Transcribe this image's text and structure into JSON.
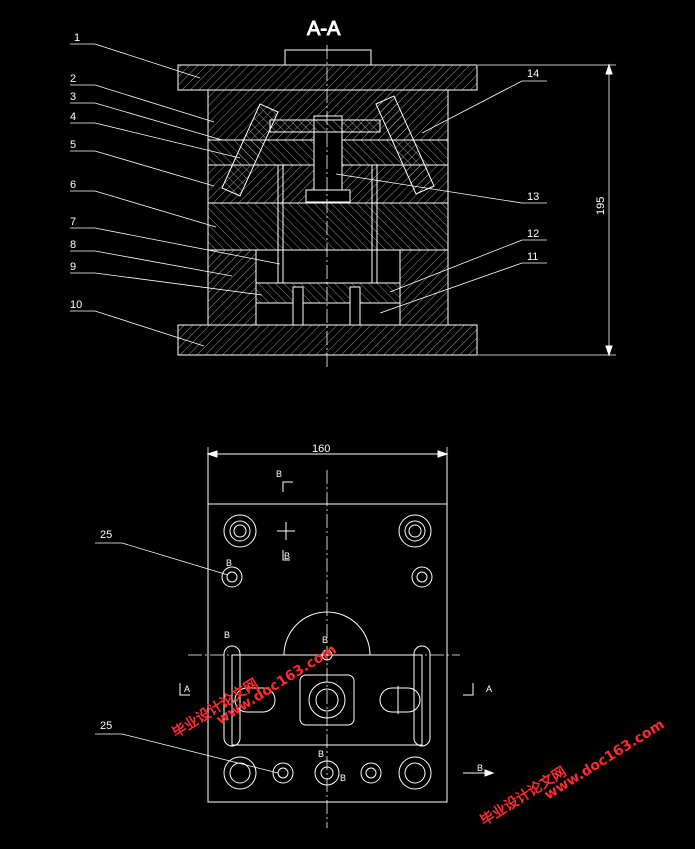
{
  "section_title": "A-A",
  "part_labels": [
    "1",
    "2",
    "3",
    "4",
    "5",
    "6",
    "7",
    "8",
    "9",
    "10",
    "11",
    "12",
    "13",
    "14"
  ],
  "dim_height": "195",
  "dim_width": "160",
  "callout_25a": "25",
  "callout_25b": "25",
  "sec_b_top": "B",
  "sec_b_mid": "B",
  "sec_b_left1": "B",
  "sec_b_left2": "B",
  "sec_b_bot1": "B",
  "sec_b_bot2": "B",
  "sec_b_bot3": "B",
  "sec_b_right": "B",
  "sec_a_left": "A",
  "sec_a_right": "A",
  "watermark_cn": "毕业设计论文网",
  "watermark_url": "www.doc163.com",
  "colors": {
    "background": "#000000",
    "lines": "#ffffff",
    "watermark": "#ff2b2b"
  }
}
